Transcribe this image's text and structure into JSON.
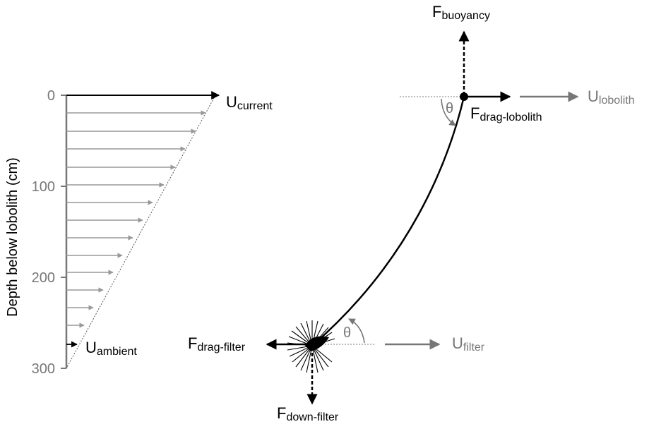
{
  "profile": {
    "axis_label": "Depth below lobolith (cm)",
    "ticks": [
      "0",
      "100",
      "200",
      "300"
    ],
    "u_current": {
      "main": "U",
      "sub": "current"
    },
    "u_ambient": {
      "main": "U",
      "sub": "ambient"
    }
  },
  "forces": {
    "buoyancy": {
      "main": "F",
      "sub": "buoyancy"
    },
    "drag_lobolith": {
      "main": "F",
      "sub": "drag-lobolith"
    },
    "drag_filter": {
      "main": "F",
      "sub": "drag-filter"
    },
    "down_filter": {
      "main": "F",
      "sub": "down-filter"
    }
  },
  "velocities": {
    "lobolith": {
      "main": "U",
      "sub": "lobolith"
    },
    "filter": {
      "main": "U",
      "sub": "filter"
    }
  },
  "angle_symbol": "θ",
  "colors": {
    "black": "#000000",
    "gray": "#777777",
    "light_gray": "#999999"
  }
}
